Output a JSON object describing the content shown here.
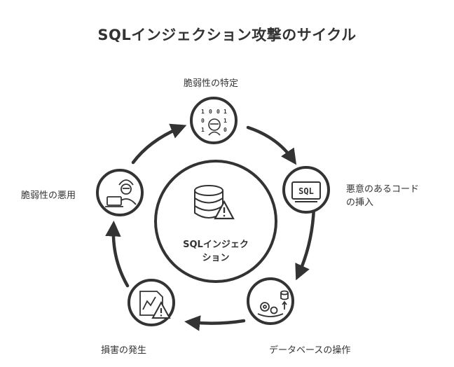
{
  "title": "SQLインジェクション攻撃のサイクル",
  "center": {
    "label_line1": "SQLインジェク",
    "label_line2": "ション",
    "icon": "database-warning-icon"
  },
  "steps": [
    {
      "label": "脆弱性の特定",
      "icon": "binary-hacker-icon"
    },
    {
      "label_line1": "悪意のあるコード",
      "label_line2": "の挿入",
      "icon": "sql-screen-icon",
      "screen_text": "SQL"
    },
    {
      "label": "データベースの操作",
      "icon": "gears-database-icon"
    },
    {
      "label": "損害の発生",
      "icon": "chart-warning-icon"
    },
    {
      "label": "脆弱性の悪用",
      "icon": "hacker-laptop-icon"
    }
  ],
  "binary": [
    "1",
    "0",
    "0",
    "1",
    "0",
    "1",
    "1",
    "0"
  ],
  "colors": {
    "stroke": "#333333",
    "background": "#ffffff"
  }
}
